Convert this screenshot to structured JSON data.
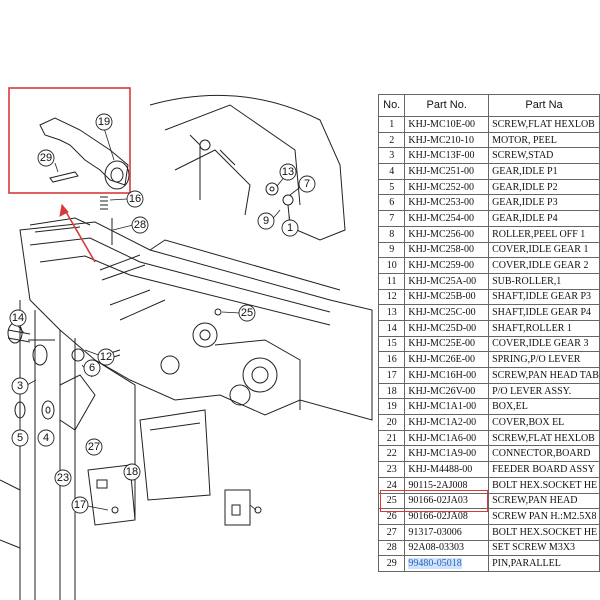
{
  "callouts": [
    "1",
    "3",
    "4",
    "5",
    "6",
    "7",
    "9",
    "12",
    "13",
    "14",
    "16",
    "17",
    "18",
    "19",
    "23",
    "25",
    "27",
    "28",
    "29"
  ],
  "table": {
    "headers": [
      "No.",
      "Part No.",
      "Part Na"
    ],
    "rows": [
      {
        "no": "1",
        "part": "KHJ-MC10E-00",
        "name": "SCREW,FLAT HEXLOB"
      },
      {
        "no": "2",
        "part": "KHJ-MC210-10",
        "name": "MOTOR, PEEL"
      },
      {
        "no": "3",
        "part": "KHJ-MC13F-00",
        "name": "SCREW,STAD"
      },
      {
        "no": "4",
        "part": "KHJ-MC251-00",
        "name": "GEAR,IDLE P1"
      },
      {
        "no": "5",
        "part": "KHJ-MC252-00",
        "name": "GEAR,IDLE P2"
      },
      {
        "no": "6",
        "part": "KHJ-MC253-00",
        "name": "GEAR,IDLE P3"
      },
      {
        "no": "7",
        "part": "KHJ-MC254-00",
        "name": "GEAR,IDLE P4"
      },
      {
        "no": "8",
        "part": "KHJ-MC256-00",
        "name": "ROLLER,PEEL OFF 1"
      },
      {
        "no": "9",
        "part": "KHJ-MC258-00",
        "name": "COVER,IDLE GEAR 1"
      },
      {
        "no": "10",
        "part": "KHJ-MC259-00",
        "name": "COVER,IDLE GEAR 2"
      },
      {
        "no": "11",
        "part": "KHJ-MC25A-00",
        "name": "SUB-ROLLER,1"
      },
      {
        "no": "12",
        "part": "KHJ-MC25B-00",
        "name": "SHAFT,IDLE GEAR P3"
      },
      {
        "no": "13",
        "part": "KHJ-MC25C-00",
        "name": "SHAFT,IDLE GEAR P4"
      },
      {
        "no": "14",
        "part": "KHJ-MC25D-00",
        "name": "SHAFT,ROLLER 1"
      },
      {
        "no": "15",
        "part": "KHJ-MC25E-00",
        "name": "COVER,IDLE GEAR 3"
      },
      {
        "no": "16",
        "part": "KHJ-MC26E-00",
        "name": "SPRING,P/O LEVER"
      },
      {
        "no": "17",
        "part": "KHJ-MC16H-00",
        "name": "SCREW,PAN HEAD TAB"
      },
      {
        "no": "18",
        "part": "KHJ-MC26V-00",
        "name": "P/O LEVER ASSY."
      },
      {
        "no": "19",
        "part": "KHJ-MC1A1-00",
        "name": "BOX,EL"
      },
      {
        "no": "20",
        "part": "KHJ-MC1A2-00",
        "name": "COVER,BOX EL"
      },
      {
        "no": "21",
        "part": "KHJ-MC1A6-00",
        "name": "SCREW,FLAT HEXLOB"
      },
      {
        "no": "22",
        "part": "KHJ-MC1A9-00",
        "name": "CONNECTOR,BOARD"
      },
      {
        "no": "23",
        "part": "KHJ-M4488-00",
        "name": "FEEDER BOARD ASSY"
      },
      {
        "no": "24",
        "part": "90115-2AJ008",
        "name": "BOLT HEX.SOCKET HE"
      },
      {
        "no": "25",
        "part": "90166-02JA03",
        "name": "SCREW,PAN HEAD"
      },
      {
        "no": "26",
        "part": "90166-02JA08",
        "name": "SCREW PAN H.:M2.5X8"
      },
      {
        "no": "27",
        "part": "91317-03006",
        "name": "BOLT HEX.SOCKET HE"
      },
      {
        "no": "28",
        "part": "92A08-03303",
        "name": "SET SCREW  M3X3"
      },
      {
        "no": "29",
        "part": "99480-05018",
        "name": "PIN,PARALLEL"
      }
    ]
  },
  "colors": {
    "highlight": "#d83a3a",
    "selection": "#cfe3ff"
  }
}
